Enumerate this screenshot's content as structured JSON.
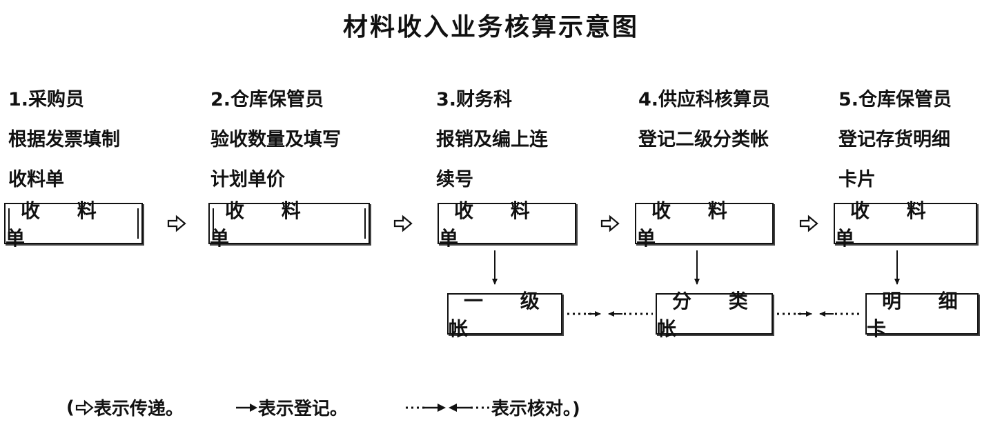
{
  "title": "材料收入业务核算示意图",
  "steps": [
    {
      "lines": [
        "1.采购员",
        "根据发票填制",
        "收料单"
      ],
      "box": "收 料 单"
    },
    {
      "lines": [
        "2.仓库保管员",
        "验收数量及填写",
        "计划单价"
      ],
      "box": "收 料 单"
    },
    {
      "lines": [
        "3.财务科",
        "报销及编上连",
        "续号"
      ],
      "box": "收 料 单"
    },
    {
      "lines": [
        "4.供应科核算员",
        "登记二级分类帐",
        ""
      ],
      "box": "收 料 单"
    },
    {
      "lines": [
        "5.仓库保管员",
        "登记存货明细",
        "卡片"
      ],
      "box": "收 料 单"
    }
  ],
  "ledgers": [
    "一 级 帐",
    "分 类 帐",
    "明 细 卡"
  ],
  "legend": {
    "open_paren": "(",
    "transfer": "表示传递。",
    "register": "表示登记。",
    "check": "表示核对。)"
  }
}
